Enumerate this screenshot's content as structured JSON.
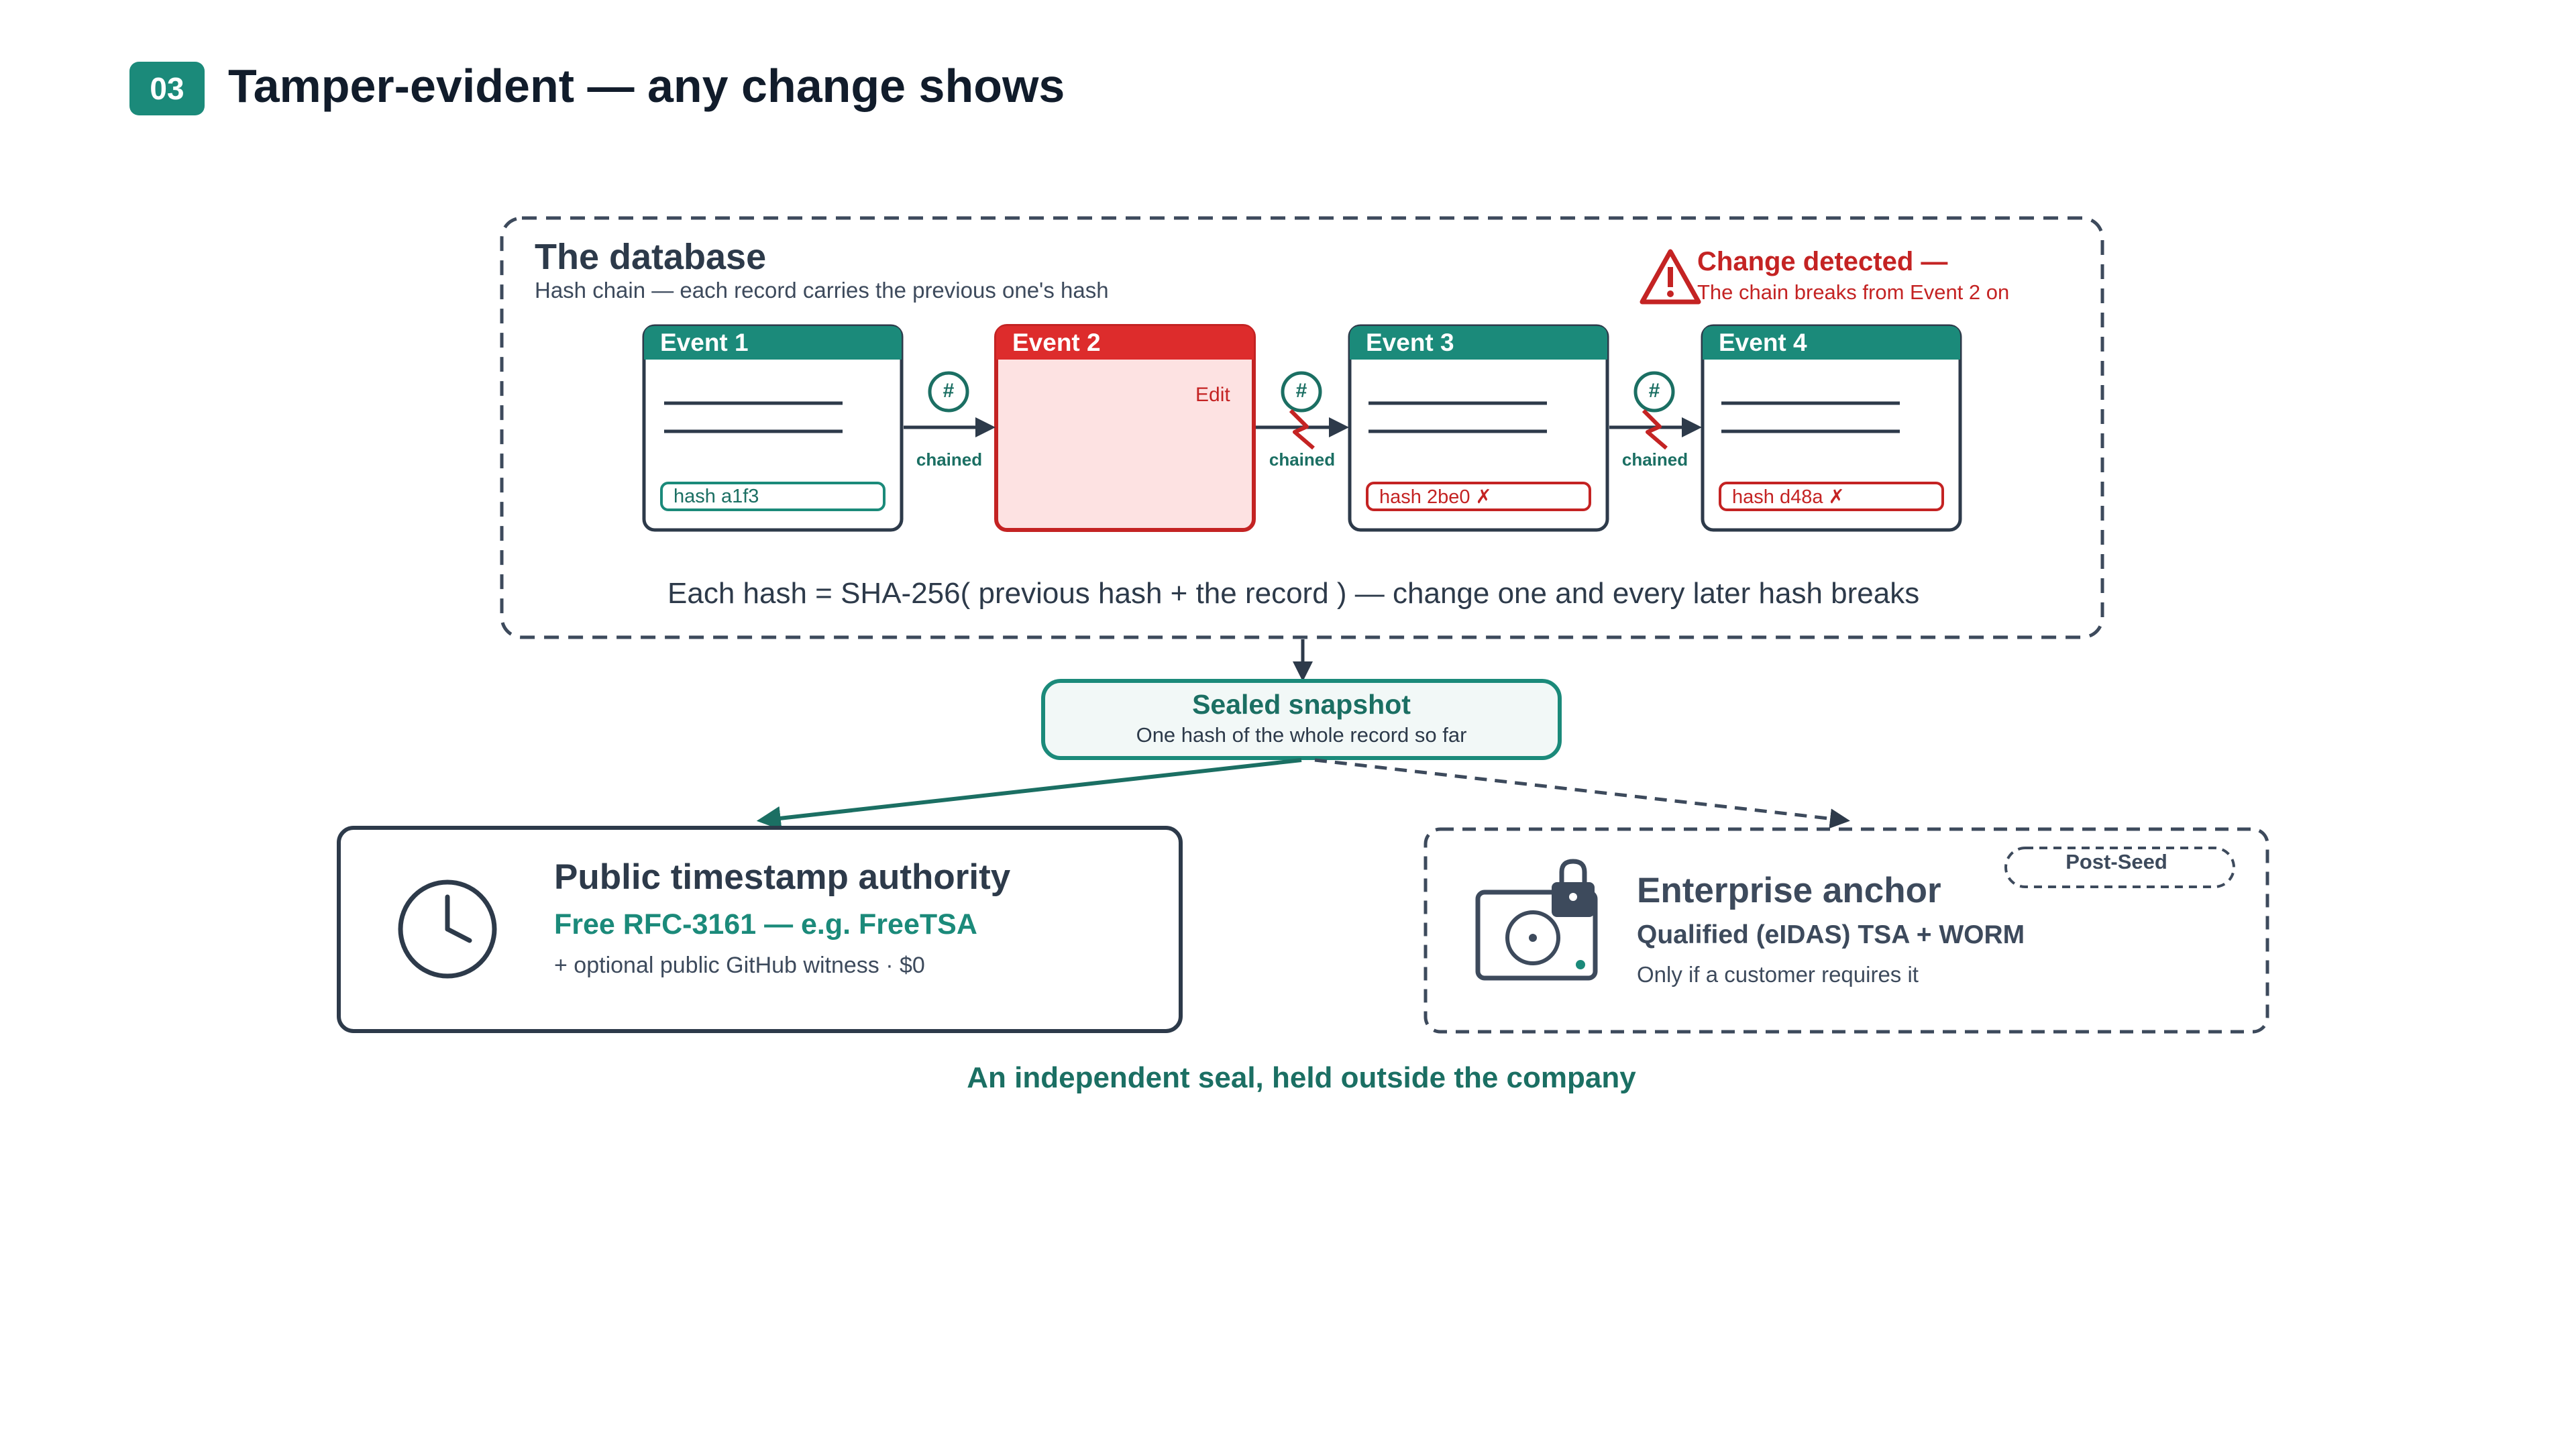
{
  "header": {
    "badge": "03",
    "title": "Tamper-evident — any change shows"
  },
  "database": {
    "title": "The database",
    "subtitle": "Hash chain — each record carries the previous one's hash",
    "alert": {
      "title": "Change detected —",
      "text": "The chain breaks from Event 2 on"
    },
    "events": [
      {
        "title": "Event 1",
        "hash": "hash a1f3",
        "state": "ok"
      },
      {
        "title": "Event 2",
        "edit_label": "Edit",
        "state": "edited"
      },
      {
        "title": "Event 3",
        "hash": "hash 2be0 ✗",
        "state": "broken"
      },
      {
        "title": "Event 4",
        "hash": "hash d48a ✗",
        "state": "broken"
      }
    ],
    "link_symbol": "#",
    "link_label": "chained",
    "formula": "Each hash = SHA-256( previous hash + the record ) — change one and every later hash breaks"
  },
  "snapshot": {
    "title": "Sealed snapshot",
    "subtitle": "One hash of the whole record so far"
  },
  "public_authority": {
    "title": "Public timestamp authority",
    "highlight": "Free RFC-3161 — e.g. FreeTSA",
    "note": "+ optional public GitHub witness · $0",
    "icon": "clock-icon"
  },
  "enterprise_anchor": {
    "tag": "Post-Seed",
    "title": "Enterprise anchor",
    "subtitle": "Qualified (eIDAS) TSA + WORM",
    "note": "Only if a customer requires it",
    "icon": "locked-drive-icon"
  },
  "footer": "An independent seal, held outside the company",
  "colors": {
    "teal": "#1b8a7a",
    "dark_teal": "#1b6f63",
    "navy": "#2d3a4a",
    "red": "#c42323",
    "red_fill": "#fde2e2",
    "snapshot_fill": "#f2f8f7"
  }
}
